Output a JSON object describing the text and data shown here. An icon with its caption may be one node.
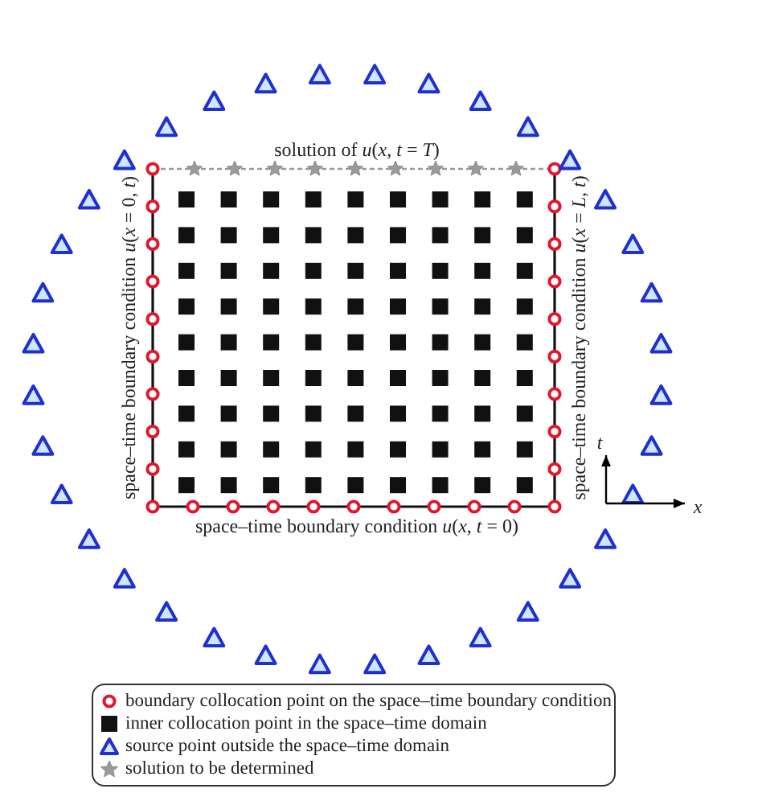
{
  "diagram": {
    "labels": [
      "solution of  *u*(*x*, *t* = *T*)",
      "space–time boundary condition  *u*(*x* = 0, *t*)",
      "space–time boundary condition  *u*(*x* = *L*, *t*)",
      "space–time boundary condition  *u*(*x*, *t* = 0)",
      "t",
      "x"
    ],
    "legend": [
      {
        "text": "boundary collocation point on the space–time boundary condition"
      },
      {
        "text": "inner collocation point in the space–time domain"
      },
      {
        "text": "source point outside the space–time domain"
      },
      {
        "text": "solution to be determined"
      }
    ]
  }
}
